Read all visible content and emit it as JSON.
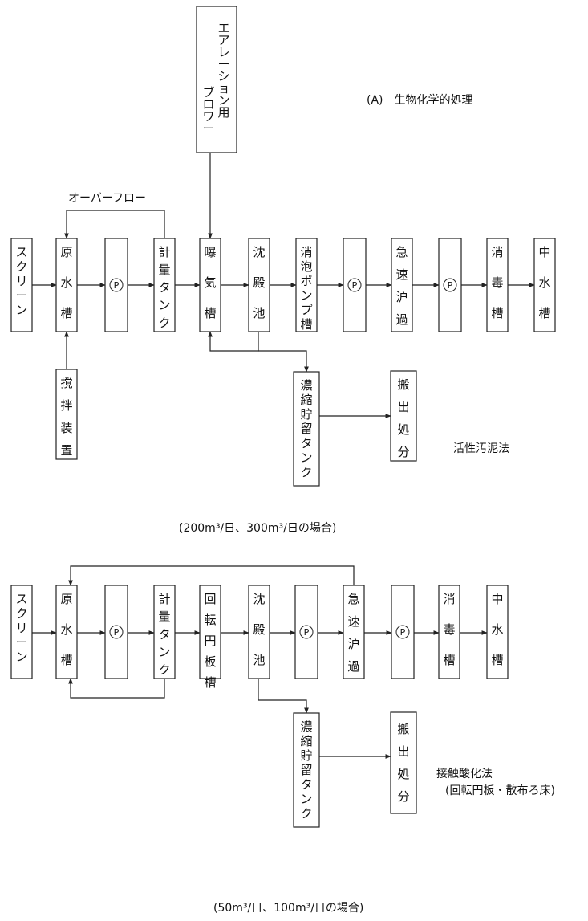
{
  "header": {
    "title": "(A)　生物化学的処理"
  },
  "section_a": {
    "method_label": "活性汚泥法",
    "capacity_note": "(200m³/日、300m³/日の場合)",
    "overflow_label": "オーバーフロー",
    "blower": "エアレーション用ブロワー",
    "nodes": {
      "screen": "スクリーン",
      "raw_tank": "原水槽",
      "pump1": "P",
      "metering_tank": "計量タンク",
      "aeration_tank": "曝気槽",
      "settling_tank": "沈殿池",
      "defoam_pump_tank": "消泡ポンプ槽",
      "pump2": "P",
      "rapid_filter": "急速沪過",
      "pump3": "P",
      "disinfection_tank": "消毒槽",
      "middle_water_tank": "中水槽",
      "stirrer": "撹拌装置",
      "thickening_tank": "濃縮貯留タンク",
      "disposal": "搬出処分"
    }
  },
  "section_b": {
    "method_label": "接触酸化法",
    "method_sublabel": "(回転円板・散布ろ床)",
    "capacity_note": "(50m³/日、100m³/日の場合)",
    "nodes": {
      "screen": "スクリーン",
      "raw_tank": "原水槽",
      "pump1": "P",
      "metering_tank": "計量タンク",
      "rotating_disk_tank": "回転円板槽",
      "settling_tank": "沈殿池",
      "pump2": "P",
      "rapid_filter": "急速沪過",
      "pump3": "P",
      "disinfection_tank": "消毒槽",
      "middle_water_tank": "中水槽",
      "thickening_tank": "濃縮貯留タンク",
      "disposal": "搬出処分"
    }
  }
}
